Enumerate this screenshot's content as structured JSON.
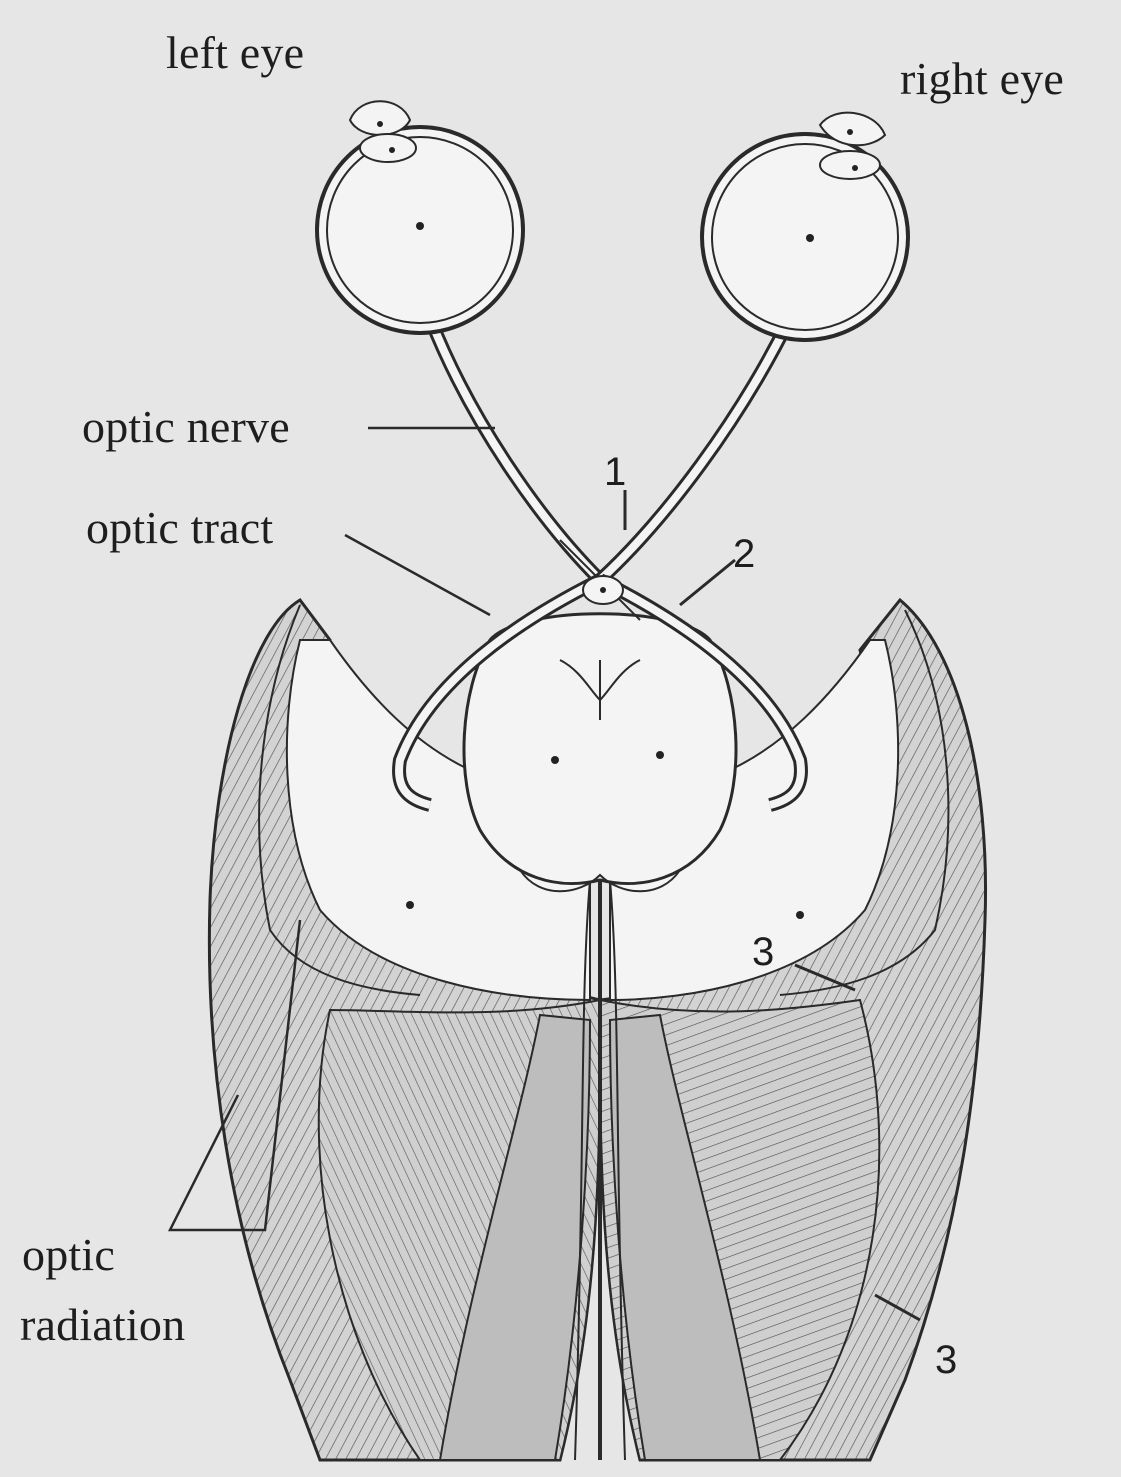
{
  "labels": {
    "left_eye": "left eye",
    "right_eye": "right eye",
    "optic_nerve": "optic nerve",
    "optic_tract": "optic tract",
    "optic_radiation_line1": "optic",
    "optic_radiation_line2": "radiation"
  },
  "markers": {
    "m1": "1",
    "m2": "2",
    "m3_upper": "3",
    "m3_lower": "3"
  },
  "colors": {
    "background": "#e6e6e6",
    "ink": "#2a2a2a",
    "shading": "#bdbdbd"
  }
}
